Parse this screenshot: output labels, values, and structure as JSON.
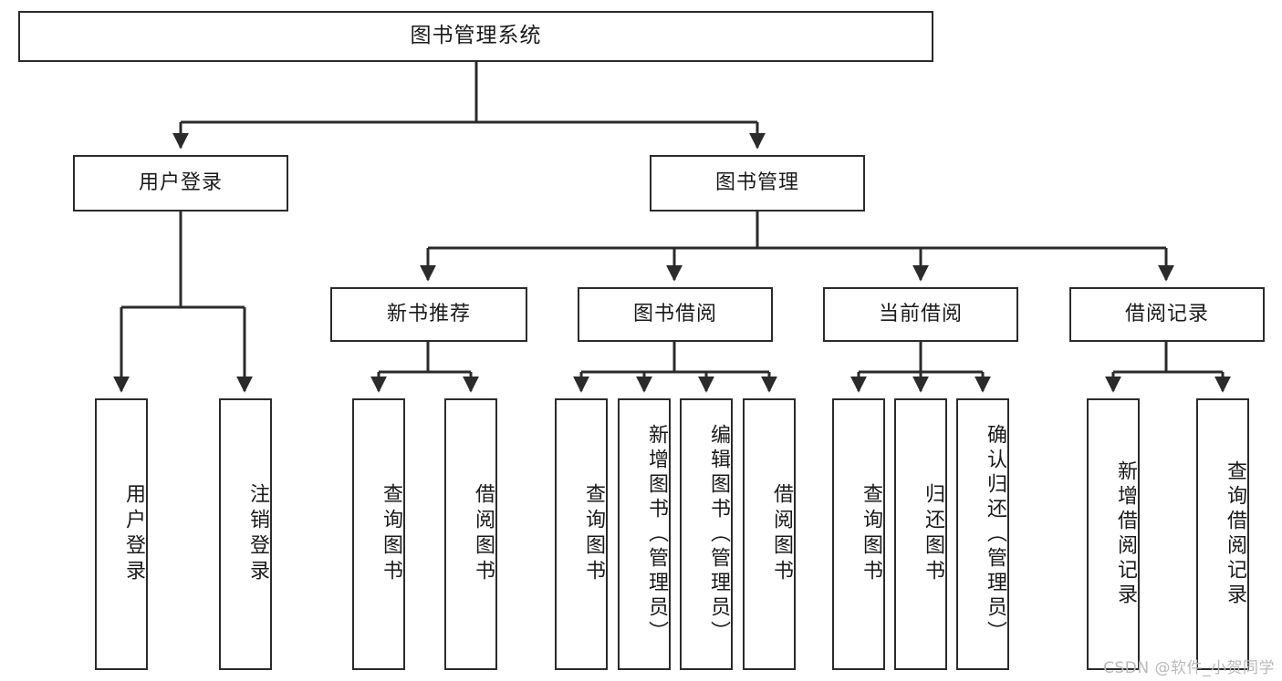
{
  "diagram": {
    "title": "图书管理系统",
    "type": "tree",
    "watermark": "CSDN @软件_小贺同学",
    "colors": {
      "box_border": "#2b2b2b",
      "box_fill": "#ffffff",
      "connector": "#2b2b2b",
      "text": "#1a1a1a",
      "watermark": "#b9b9b9",
      "background": "#ffffff"
    },
    "root": {
      "label": "图书管理系统"
    },
    "level2": [
      {
        "label": "用户登录"
      },
      {
        "label": "图书管理"
      }
    ],
    "level3": [
      {
        "label": "新书推荐"
      },
      {
        "label": "图书借阅"
      },
      {
        "label": "当前借阅"
      },
      {
        "label": "借阅记录"
      }
    ],
    "leaves": {
      "user_login": [
        {
          "label": "用户登录"
        },
        {
          "label": "注销登录"
        }
      ],
      "new_book_recommend": [
        {
          "label": "查询图书"
        },
        {
          "label": "借阅图书"
        }
      ],
      "book_borrow": [
        {
          "label": "查询图书"
        },
        {
          "label": "新增图书（管理员）"
        },
        {
          "label": "编辑图书（管理员）"
        },
        {
          "label": "借阅图书"
        }
      ],
      "current_borrow": [
        {
          "label": "查询图书"
        },
        {
          "label": "归还图书"
        },
        {
          "label": "确认归还（管理员）"
        }
      ],
      "borrow_record": [
        {
          "label": "新增借阅记录"
        },
        {
          "label": "查询借阅记录"
        }
      ]
    }
  }
}
